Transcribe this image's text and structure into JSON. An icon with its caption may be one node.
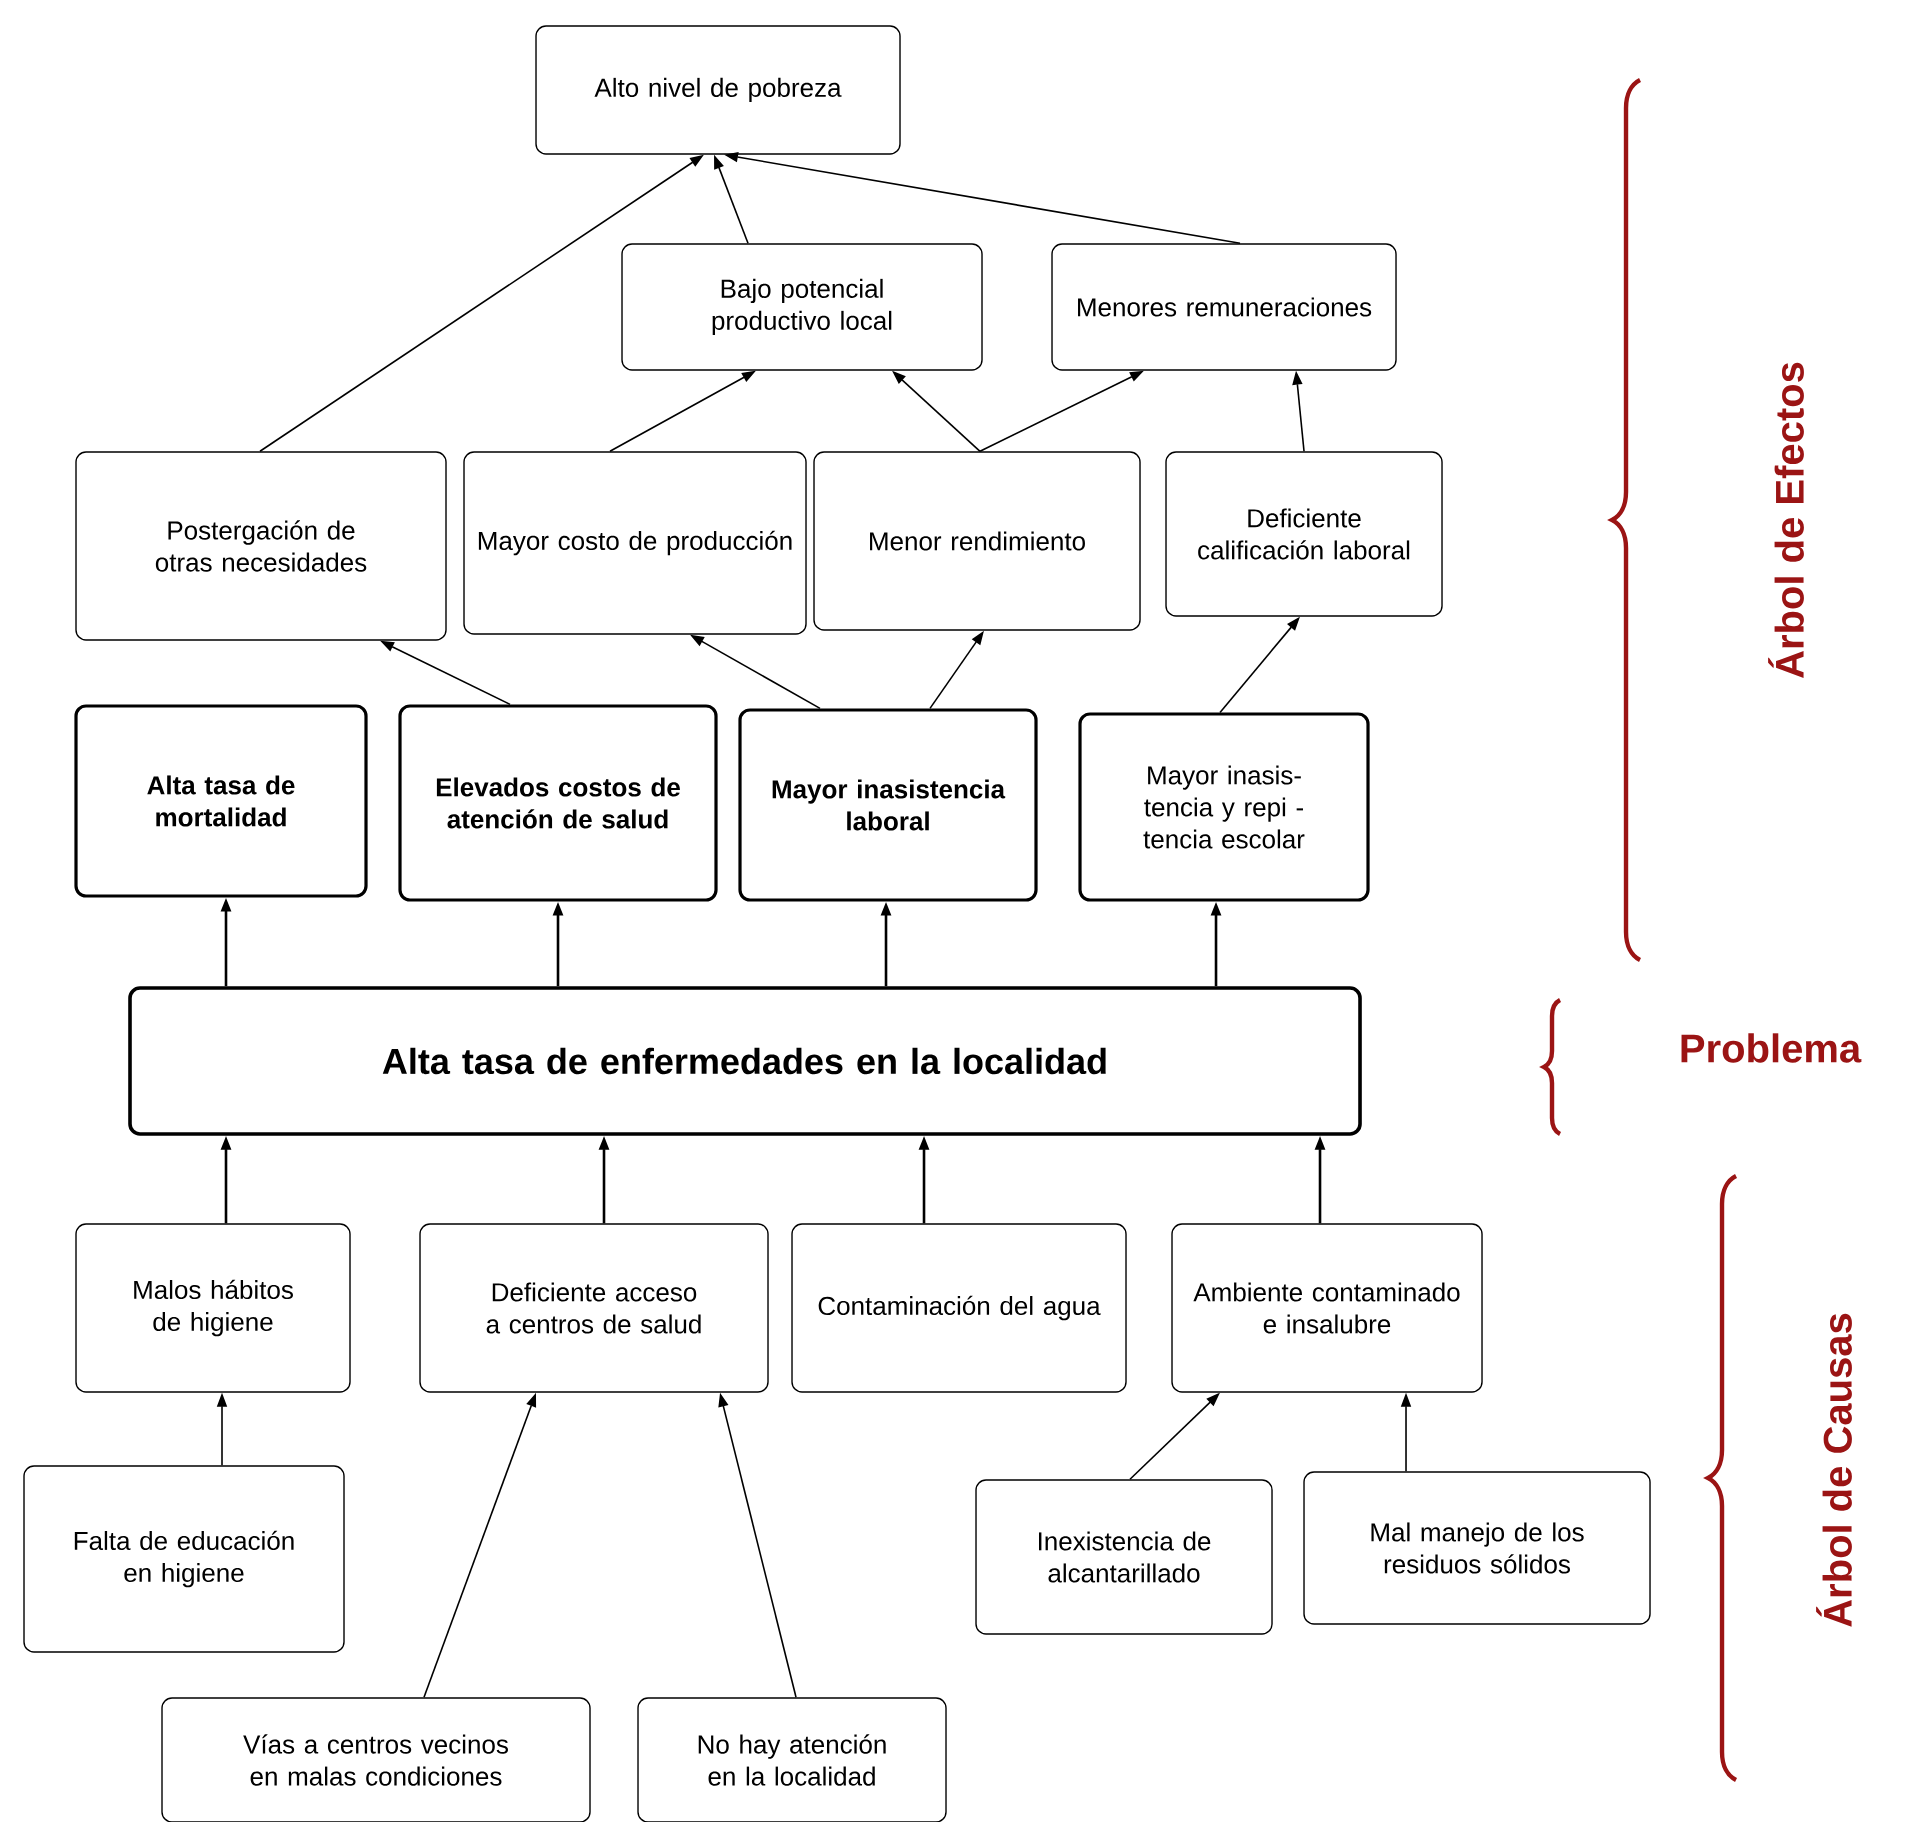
{
  "diagram": {
    "nodes": [
      {
        "text": [
          "Alto nivel de pobreza"
        ]
      },
      {
        "text": [
          "Bajo potencial productivo local"
        ]
      },
      {
        "text": [
          "Menores remuneraciones"
        ]
      },
      {
        "text": [
          "Postergación de otras necesidades"
        ]
      },
      {
        "text": [
          "Mayor costo de producción"
        ]
      },
      {
        "text": [
          "Menor rendimiento"
        ]
      },
      {
        "text": [
          "Deficiente calificación laboral"
        ]
      },
      {
        "text": [
          "Alta tasa de mortalidad"
        ]
      },
      {
        "text": [
          "Elevados costos de atención de salud"
        ]
      },
      {
        "text": [
          "Mayor inasistencia laboral"
        ]
      },
      {
        "text": [
          "Mayor inasis- tencia y repi - tencia escolar"
        ]
      },
      {
        "text": [
          "Alta tasa de enfermedades en la localidad"
        ]
      },
      {
        "text": [
          "Malos hábitos de higiene"
        ]
      },
      {
        "text": [
          "Deficiente acceso a centros de salud"
        ]
      },
      {
        "text": [
          "Contaminación del agua"
        ]
      },
      {
        "text": [
          "Ambiente contaminado e insalubre"
        ]
      },
      {
        "text": [
          "Falta de educación en higiene"
        ]
      },
      {
        "text": [
          "Inexistencia de alcantarillado"
        ]
      },
      {
        "text": [
          "Mal manejo de los residuos sólidos"
        ]
      },
      {
        "text": [
          "Vías a centros vecinos en malas condiciones"
        ]
      },
      {
        "text": [
          "No hay atención en la localidad"
        ]
      }
    ],
    "edges": [
      {
        "from": 3,
        "to": 0,
        "arrow": "to"
      },
      {
        "from": 1,
        "to": 0,
        "arrow": "to"
      },
      {
        "from": 2,
        "to": 0,
        "arrow": "to"
      },
      {
        "from": 4,
        "to": 1,
        "arrow": "to"
      },
      {
        "from": 5,
        "to": 1,
        "arrow": "to"
      },
      {
        "from": 5,
        "to": 2,
        "arrow": "to"
      },
      {
        "from": 6,
        "to": 2,
        "arrow": "to"
      },
      {
        "from": 8,
        "to": 3,
        "arrow": "to"
      },
      {
        "from": 9,
        "to": 4,
        "arrow": "to"
      },
      {
        "from": 9,
        "to": 5,
        "arrow": "to"
      },
      {
        "from": 10,
        "to": 6,
        "arrow": "to"
      },
      {
        "from": 11,
        "to": 7,
        "arrow": "to"
      },
      {
        "from": 11,
        "to": 8,
        "arrow": "to"
      },
      {
        "from": 11,
        "to": 9,
        "arrow": "to"
      },
      {
        "from": 11,
        "to": 10,
        "arrow": "to"
      },
      {
        "from": 12,
        "to": 11,
        "arrow": "to"
      },
      {
        "from": 13,
        "to": 11,
        "arrow": "to"
      },
      {
        "from": 14,
        "to": 11,
        "arrow": "to"
      },
      {
        "from": 15,
        "to": 11,
        "arrow": "to"
      },
      {
        "from": 16,
        "to": 12,
        "arrow": "to"
      },
      {
        "from": 19,
        "to": 13,
        "arrow": "to"
      },
      {
        "from": 20,
        "to": 13,
        "arrow": "to"
      },
      {
        "from": 17,
        "to": 15,
        "arrow": "to"
      },
      {
        "from": 18,
        "to": 15,
        "arrow": "to"
      }
    ],
    "labels": [
      "Árbol de Efectos",
      "Problema",
      "Árbol de Causas"
    ]
  }
}
